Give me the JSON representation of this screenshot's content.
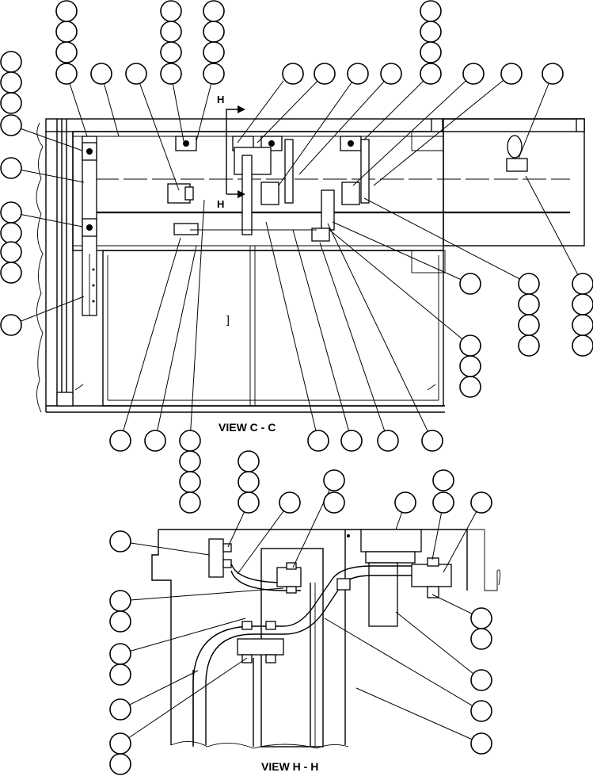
{
  "views": {
    "top_label": "VIEW C - C",
    "bottom_label": "VIEW H - H",
    "section_marker": "H",
    "bracket_mark": "]"
  }
}
